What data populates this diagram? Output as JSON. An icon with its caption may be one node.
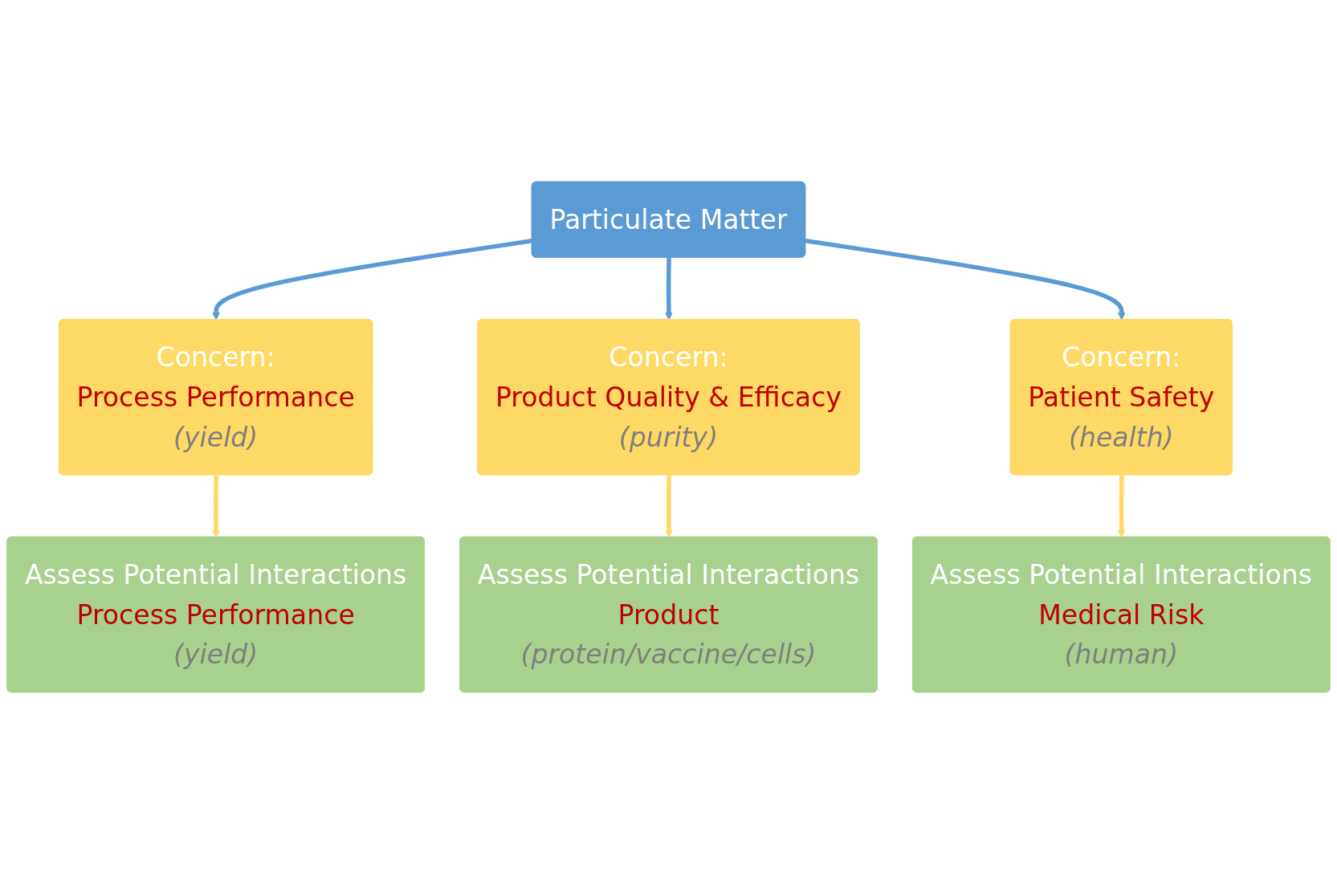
{
  "diagram": {
    "nodes": [
      {
        "text": [
          "Particulate Matter"
        ]
      },
      {
        "text": [
          "Concern:",
          "Process Performance",
          "(yield)"
        ]
      },
      {
        "text": [
          "Concern:",
          "Product Quality & Efficacy",
          "(purity)"
        ]
      },
      {
        "text": [
          "Concern:",
          "Patient Safety",
          "(health)"
        ]
      },
      {
        "text": [
          "Assess Potential Interactions",
          "Process Performance",
          "(yield)"
        ]
      },
      {
        "text": [
          "Assess Potential Interactions",
          "Product",
          "(protein/vaccine/cells)"
        ]
      },
      {
        "text": [
          "Assess Potential Interactions",
          "Medical Risk",
          "(human)"
        ]
      }
    ],
    "edges": [
      {
        "from": 0,
        "to": 1,
        "arrow": "to",
        "color": "#5b9bd5"
      },
      {
        "from": 0,
        "to": 2,
        "arrow": "to",
        "color": "#5b9bd5"
      },
      {
        "from": 0,
        "to": 3,
        "arrow": "to",
        "color": "#5b9bd5"
      },
      {
        "from": 1,
        "to": 4,
        "arrow": "to",
        "color": "#ffd966"
      },
      {
        "from": 2,
        "to": 5,
        "arrow": "to",
        "color": "#ffd966"
      },
      {
        "from": 3,
        "to": 6,
        "arrow": "to",
        "color": "#ffd966"
      }
    ]
  }
}
